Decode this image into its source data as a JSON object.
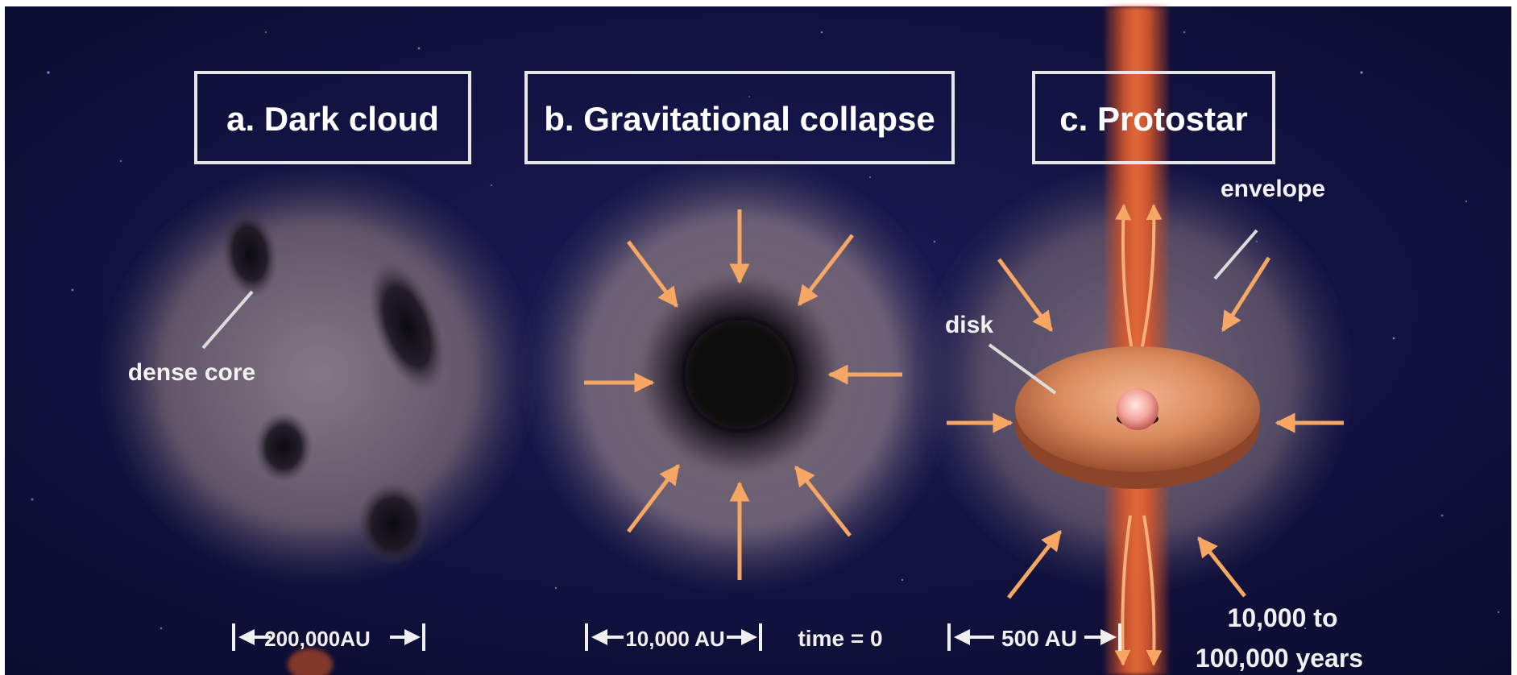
{
  "panels": {
    "a": {
      "title": "a. Dark cloud",
      "annotation": "dense core",
      "scale": "200,000AU"
    },
    "b": {
      "title": "b. Gravitational collapse",
      "scale": "10,000 AU",
      "time": "time = 0"
    },
    "c": {
      "title": "c. Protostar",
      "annotation_disk": "disk",
      "annotation_envelope": "envelope",
      "scale": "500 AU",
      "time_line1": "10,000 to",
      "time_line2": "100,000 years"
    }
  },
  "colors": {
    "background": "#0d0f3a",
    "cloud": "#8a7a86",
    "arrow": "#f2a05a",
    "disk": "#d98a5c",
    "jet": "#d8552a",
    "label_border": "#e6e6e6"
  }
}
